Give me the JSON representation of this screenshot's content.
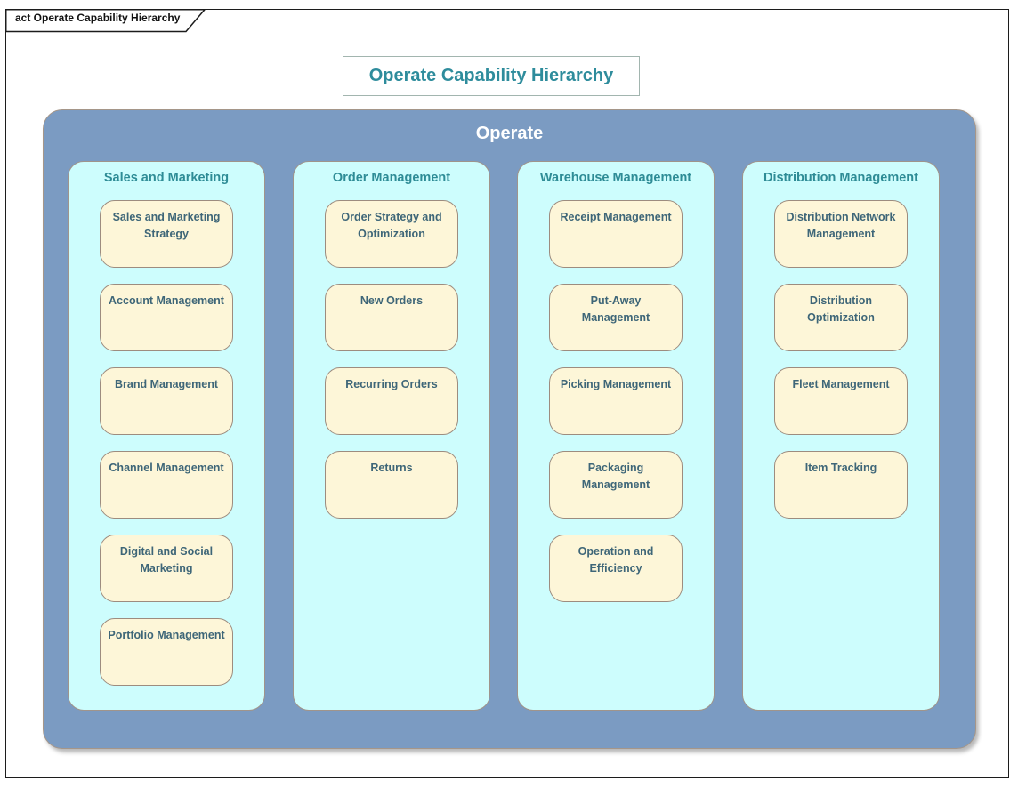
{
  "frame": {
    "tab_label": "act Operate Capability Hierarchy"
  },
  "title": "Operate Capability Hierarchy",
  "container": {
    "label": "Operate"
  },
  "columns": [
    {
      "label": "Sales and Marketing",
      "items": [
        "Sales and Marketing Strategy",
        "Account Management",
        "Brand Management",
        "Channel Management",
        "Digital and Social Marketing",
        "Portfolio Management"
      ]
    },
    {
      "label": "Order Management",
      "items": [
        "Order Strategy and Optimization",
        "New Orders",
        "Recurring Orders",
        "Returns"
      ]
    },
    {
      "label": "Warehouse Management",
      "items": [
        "Receipt Management",
        "Put-Away Management",
        "Picking Management",
        "Packaging Management",
        "Operation and Efficiency"
      ]
    },
    {
      "label": "Distribution Management",
      "items": [
        "Distribution Network Management",
        "Distribution Optimization",
        "Fleet Management",
        "Item Tracking"
      ]
    }
  ],
  "colors": {
    "container_fill": "#7b9bc2",
    "column_fill": "#cdfdfd",
    "capability_fill": "#fdf6d8",
    "capability_border": "#9d8c7f",
    "header_teal": "#2e8c96",
    "title_teal": "#2e8c9c",
    "capability_text": "#3e6678",
    "frame_border": "#1c1c1c"
  }
}
